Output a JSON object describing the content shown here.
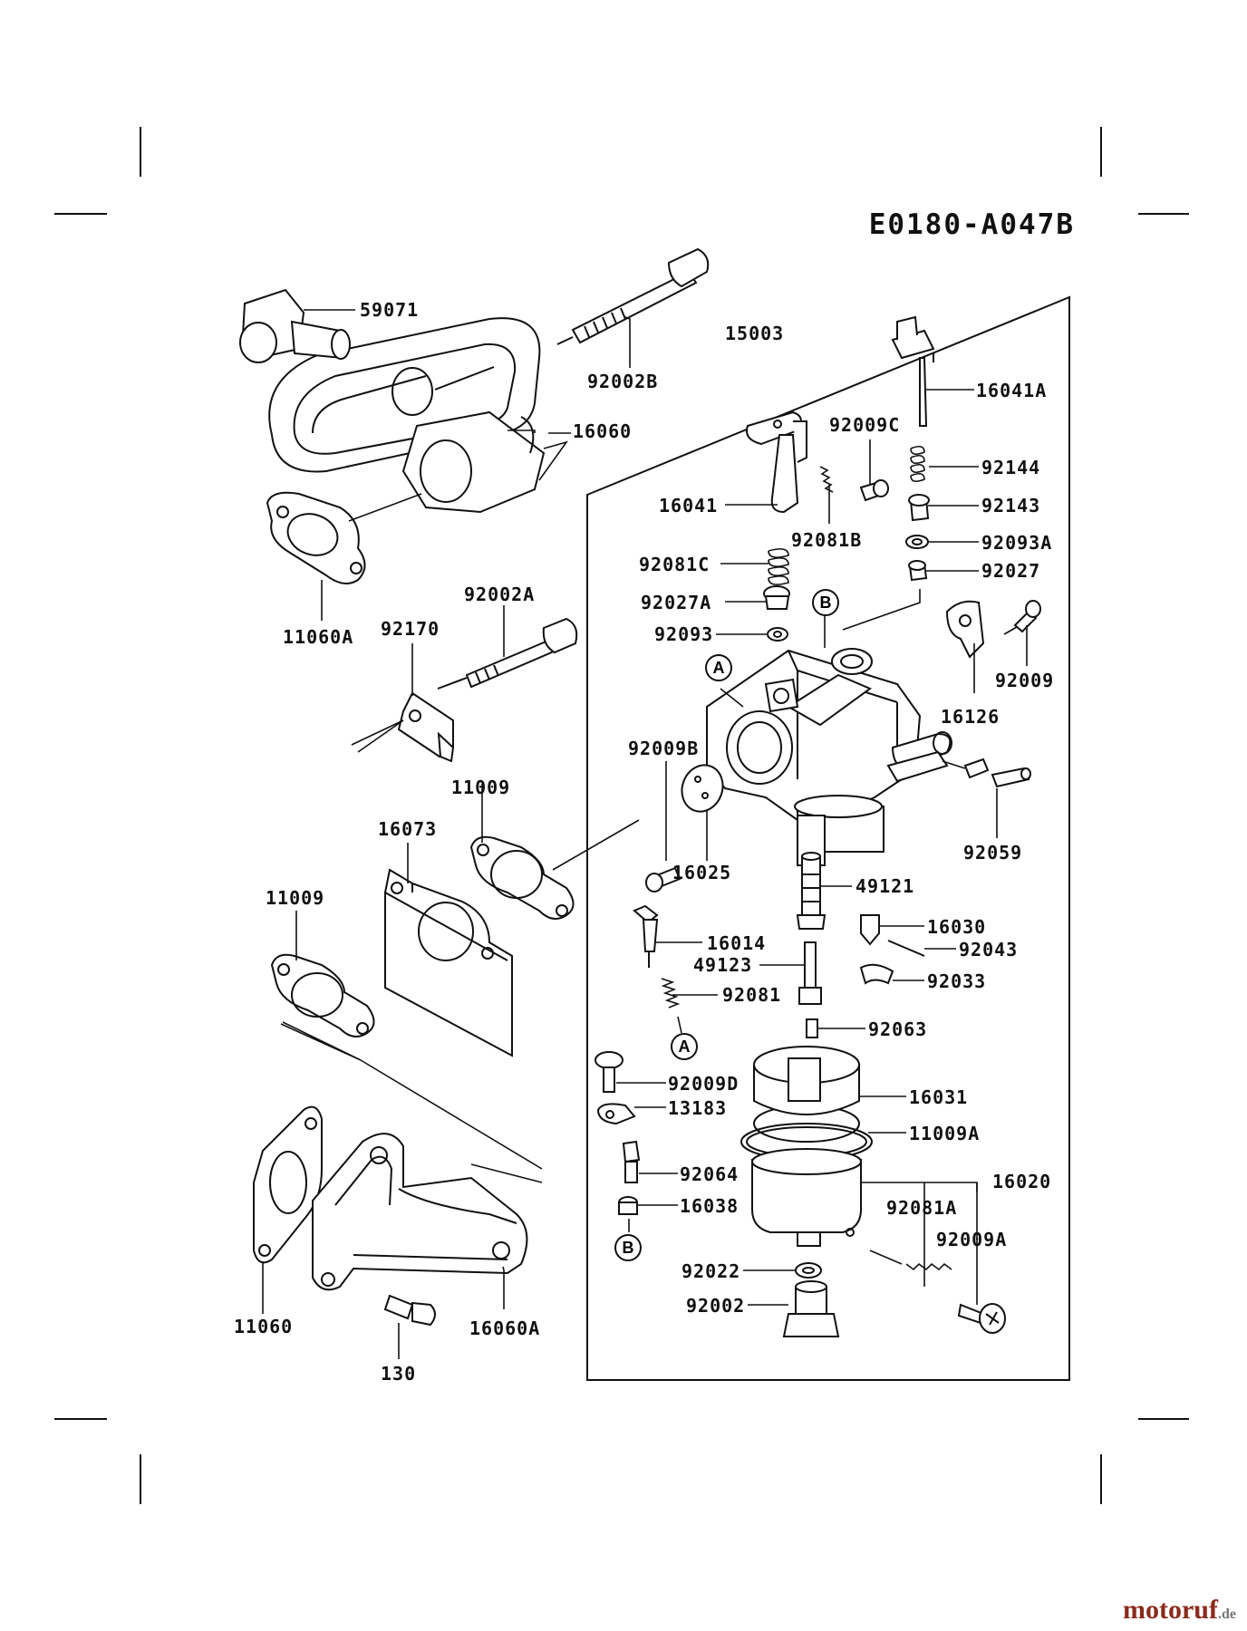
{
  "diagram": {
    "code": "E0180-A047B",
    "parts": [
      {
        "id": "p59071",
        "label": "59071"
      },
      {
        "id": "p92002B",
        "label": "92002B"
      },
      {
        "id": "p15003",
        "label": "15003"
      },
      {
        "id": "p16041A",
        "label": "16041A"
      },
      {
        "id": "p16060",
        "label": "16060"
      },
      {
        "id": "p92009C",
        "label": "92009C"
      },
      {
        "id": "p92144",
        "label": "92144"
      },
      {
        "id": "p16041",
        "label": "16041"
      },
      {
        "id": "p92143",
        "label": "92143"
      },
      {
        "id": "p92081B",
        "label": "92081B"
      },
      {
        "id": "p92093A",
        "label": "92093A"
      },
      {
        "id": "p92081C",
        "label": "92081C"
      },
      {
        "id": "p92027",
        "label": "92027"
      },
      {
        "id": "p11060A",
        "label": "11060A"
      },
      {
        "id": "p92002A",
        "label": "92002A"
      },
      {
        "id": "p92027A",
        "label": "92027A"
      },
      {
        "id": "p92170",
        "label": "92170"
      },
      {
        "id": "p92093",
        "label": "92093"
      },
      {
        "id": "p92009",
        "label": "92009"
      },
      {
        "id": "p16126",
        "label": "16126"
      },
      {
        "id": "p92009B",
        "label": "92009B"
      },
      {
        "id": "p11009a",
        "label": "11009"
      },
      {
        "id": "p92059",
        "label": "92059"
      },
      {
        "id": "p16073",
        "label": "16073"
      },
      {
        "id": "p16025",
        "label": "16025"
      },
      {
        "id": "p49121",
        "label": "49121"
      },
      {
        "id": "p11009b",
        "label": "11009"
      },
      {
        "id": "p16030",
        "label": "16030"
      },
      {
        "id": "p16014",
        "label": "16014"
      },
      {
        "id": "p92043",
        "label": "92043"
      },
      {
        "id": "p49123",
        "label": "49123"
      },
      {
        "id": "p92033",
        "label": "92033"
      },
      {
        "id": "p92081",
        "label": "92081"
      },
      {
        "id": "p92063",
        "label": "92063"
      },
      {
        "id": "p92009D",
        "label": "92009D"
      },
      {
        "id": "p16031",
        "label": "16031"
      },
      {
        "id": "p13183",
        "label": "13183"
      },
      {
        "id": "p11009A",
        "label": "11009A"
      },
      {
        "id": "p92064",
        "label": "92064"
      },
      {
        "id": "p16020",
        "label": "16020"
      },
      {
        "id": "p16038",
        "label": "16038"
      },
      {
        "id": "p92081A",
        "label": "92081A"
      },
      {
        "id": "p92009A",
        "label": "92009A"
      },
      {
        "id": "p92022",
        "label": "92022"
      },
      {
        "id": "p92002",
        "label": "92002"
      },
      {
        "id": "p11060",
        "label": "11060"
      },
      {
        "id": "p16060A",
        "label": "16060A"
      },
      {
        "id": "p130",
        "label": "130"
      }
    ],
    "markers": {
      "a": "A",
      "b": "B"
    }
  },
  "watermark": {
    "name": "motoruf",
    "tld": ".de"
  }
}
